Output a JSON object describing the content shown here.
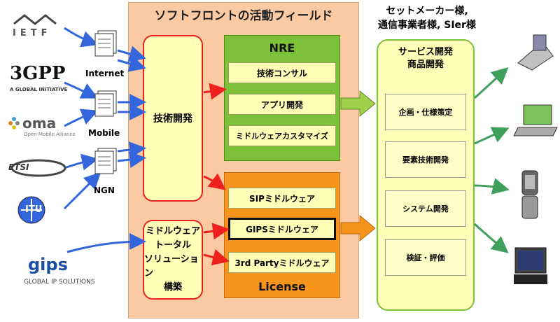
{
  "field": {
    "title": "ソフトフロントの活動フィールド"
  },
  "tech_box": {
    "label": "技術開発"
  },
  "mw_box": {
    "lines": [
      "ミドルウェア",
      "トータル",
      "ソリューション",
      "構築"
    ]
  },
  "nre": {
    "title": "NRE",
    "items": [
      "技術コンサル",
      "アプリ開発",
      "ミドルウェアカスタマイズ"
    ]
  },
  "license": {
    "title": "License",
    "items": [
      "SIPミドルウェア",
      "GIPSミドルウェア",
      "3rd Partyミドルウェア"
    ]
  },
  "customers": {
    "lines": [
      "セットメーカー様,",
      "通信事業者様, SIer様"
    ]
  },
  "service": {
    "title_lines": [
      "サービス開発",
      "商品開発"
    ],
    "items": [
      "企画・仕様策定",
      "要素技術開発",
      "システム開発",
      "検証・評価"
    ]
  },
  "docs": [
    {
      "label": "Internet"
    },
    {
      "label": "Mobile"
    },
    {
      "label": "NGN"
    }
  ],
  "logos": {
    "ietf": "IETF",
    "3gpp": "3GPP",
    "3gpp_sub": "A GLOBAL INITIATIVE",
    "oma": "oma",
    "oma_sub": "Open Mobile Alliance",
    "etsi": "ETSI",
    "itu": "ITU",
    "gips": "gips",
    "gips_sub": "GLOBAL IP SOLUTIONS"
  },
  "colors": {
    "field": "#fbc9a2",
    "nre": "#7dc13a",
    "license": "#f7941d",
    "box": "#ffffb8",
    "red": "#ee2020",
    "blue": "#3366dd",
    "green": "#3ea05a"
  },
  "icons": [
    "phone-icon",
    "laptop-icon",
    "mobile-phone-icon",
    "tv-icon"
  ]
}
